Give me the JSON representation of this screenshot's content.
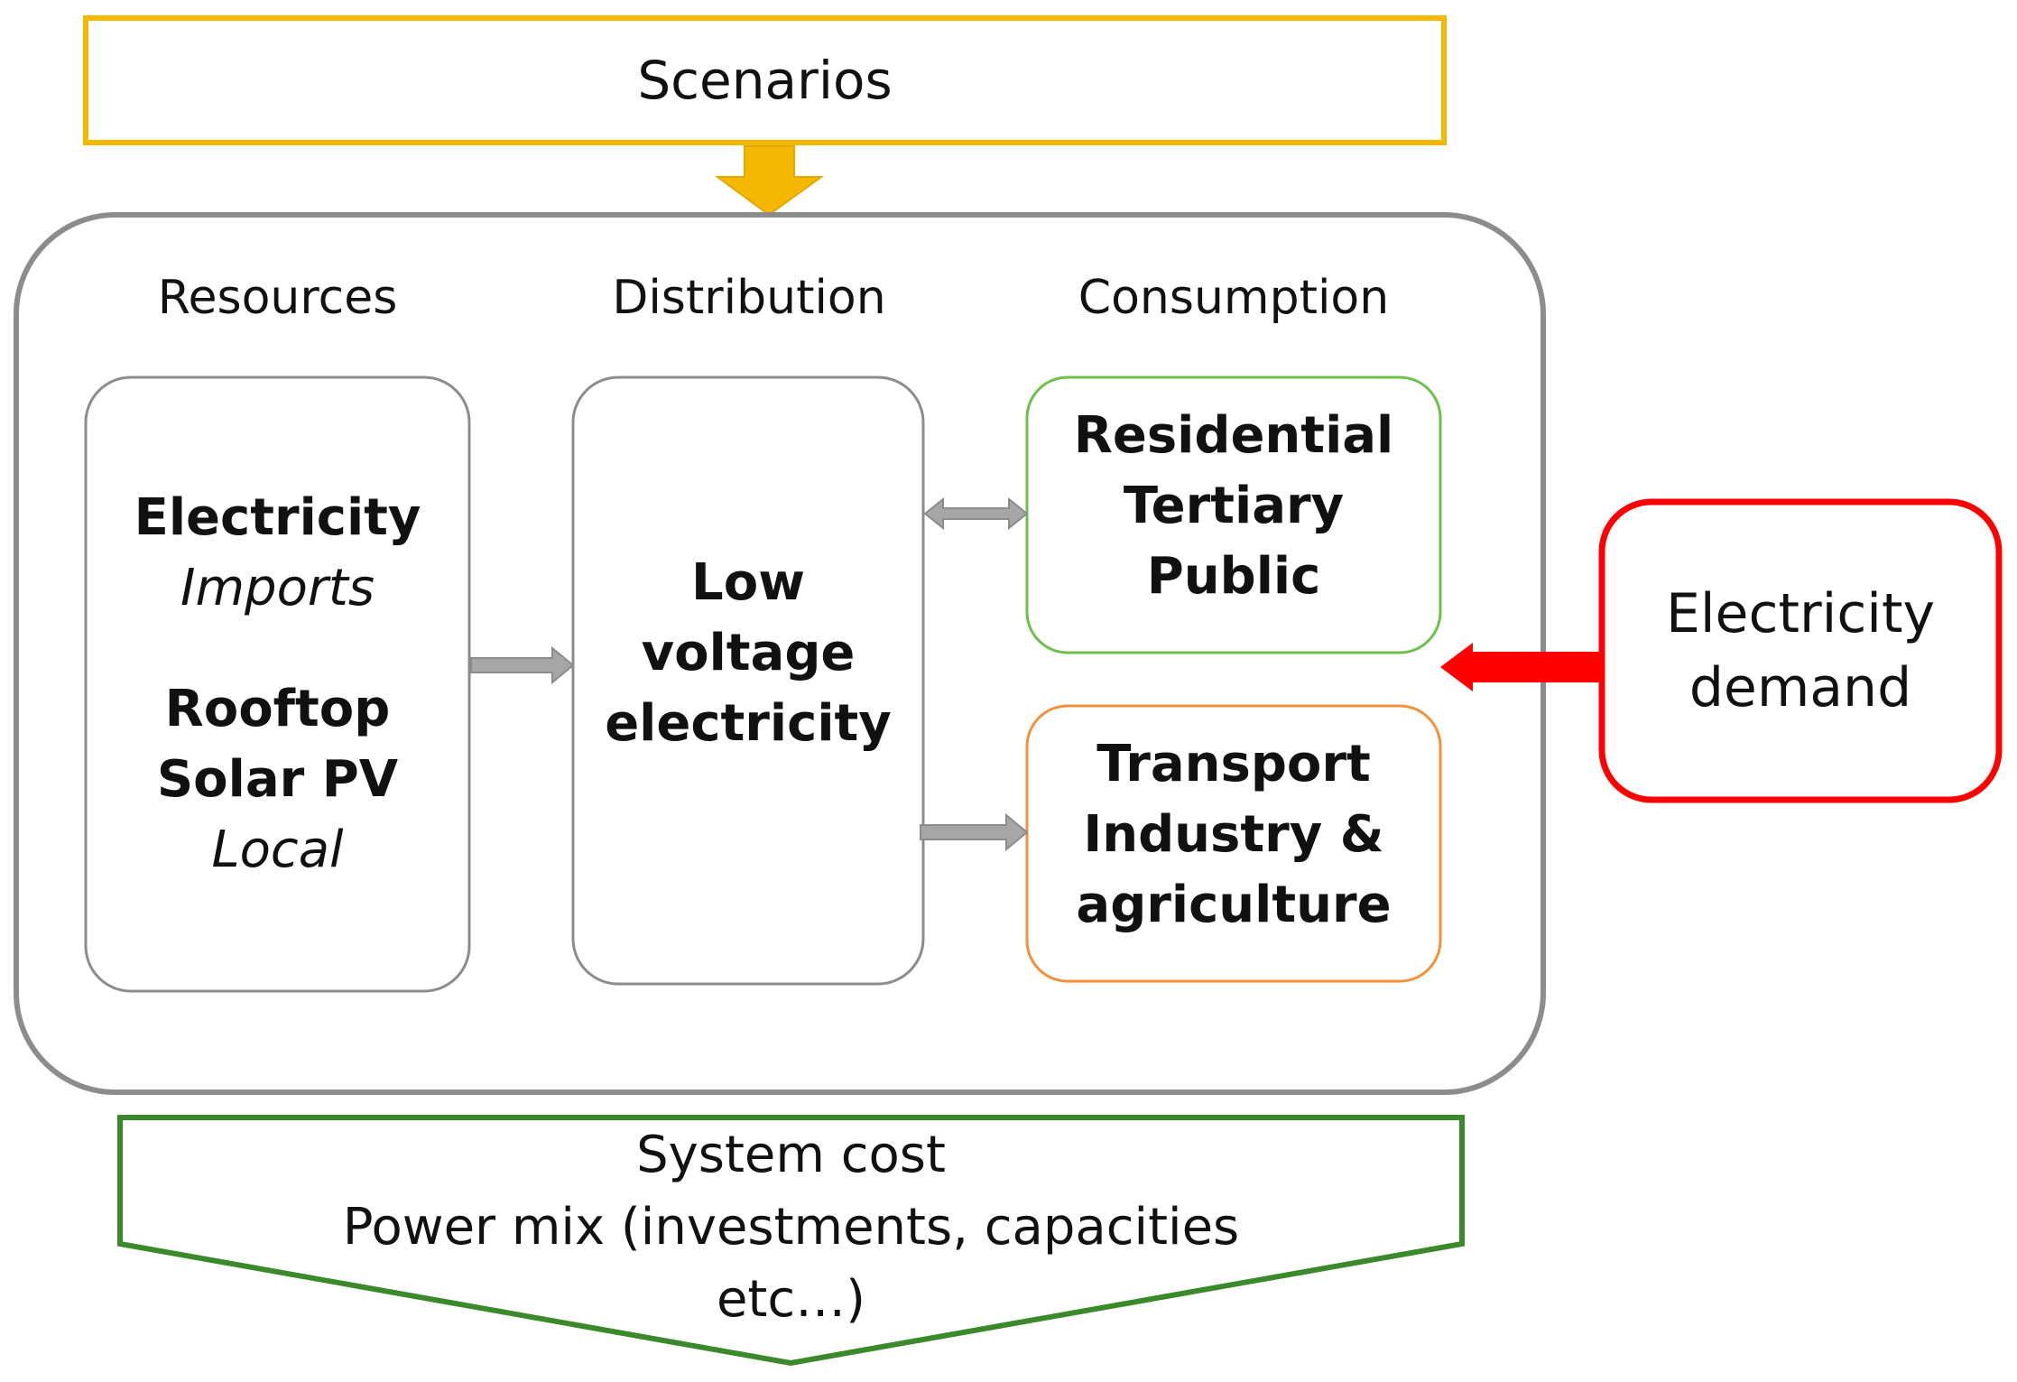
{
  "scenarios": {
    "label": "Scenarios"
  },
  "columns": {
    "resources": "Resources",
    "distribution": "Distribution",
    "consumption": "Consumption"
  },
  "resources_box": {
    "line1": "Electricity",
    "line2": "Imports",
    "line3": "Rooftop",
    "line4": "Solar PV",
    "line5": "Local"
  },
  "distribution_box": {
    "line1": "Low",
    "line2": "voltage",
    "line3": "electricity"
  },
  "consumption_top": {
    "line1": "Residential",
    "line2": "Tertiary",
    "line3": "Public"
  },
  "consumption_bottom": {
    "line1": "Transport",
    "line2": "Industry &",
    "line3": "agriculture"
  },
  "demand": {
    "line1": "Electricity",
    "line2": "demand"
  },
  "output": {
    "line1": "System cost",
    "line2": "Power mix (investments, capacities",
    "line3": "etc…)"
  },
  "colors": {
    "scenarios": "#F5B800",
    "output": "#3A8A2A",
    "demand": "#FF0000",
    "green_box": "#6CC04A",
    "orange_box": "#F5903A",
    "grey": "#8C8C8C"
  }
}
